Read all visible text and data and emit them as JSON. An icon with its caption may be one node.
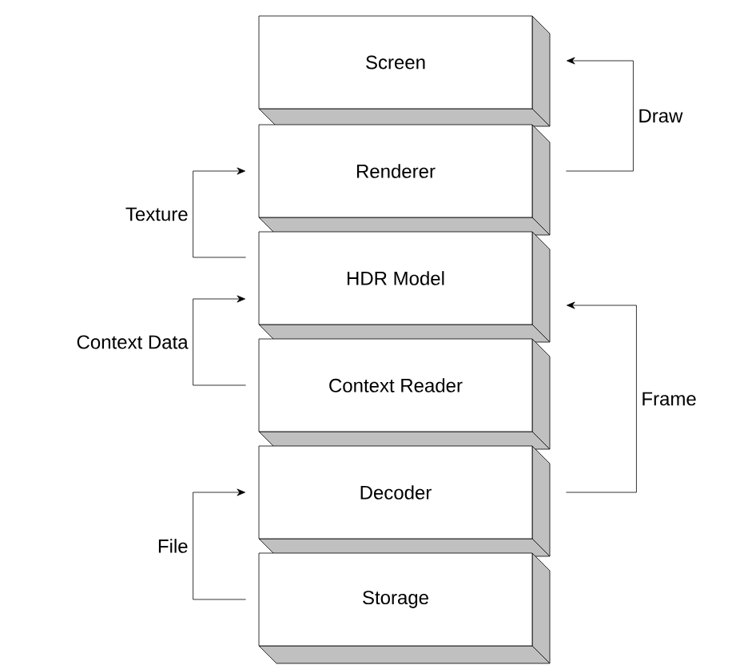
{
  "diagram": {
    "nodes": [
      {
        "text": [
          "Screen"
        ]
      },
      {
        "text": [
          "Renderer"
        ]
      },
      {
        "text": [
          "HDR Model"
        ]
      },
      {
        "text": [
          "Context Reader"
        ]
      },
      {
        "text": [
          "Decoder"
        ]
      },
      {
        "text": [
          "Storage"
        ]
      }
    ],
    "edges": [
      {
        "from": 1,
        "to": 0,
        "arrow": "to",
        "label": "Draw"
      },
      {
        "from": 2,
        "to": 1,
        "arrow": "to",
        "label": "Texture"
      },
      {
        "from": 3,
        "to": 2,
        "arrow": "to",
        "label": "Context Data"
      },
      {
        "from": 4,
        "to": 2,
        "arrow": "to",
        "label": "Frame"
      },
      {
        "from": 5,
        "to": 4,
        "arrow": "to",
        "label": "File"
      }
    ]
  }
}
